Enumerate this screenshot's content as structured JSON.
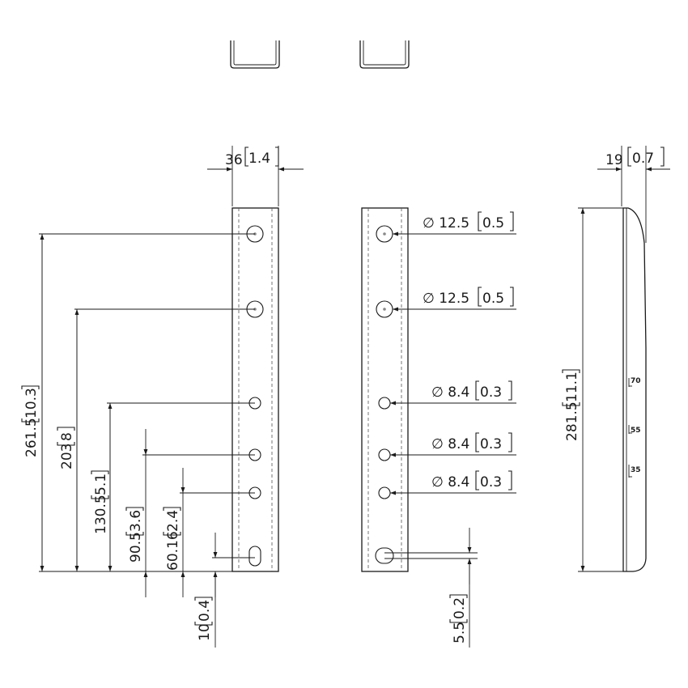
{
  "dimensions": {
    "front_width": {
      "value": "36",
      "inch": "1.4"
    },
    "side_depth": {
      "value": "19",
      "inch": "0.7"
    },
    "side_height": {
      "value": "281.5",
      "inch": "11.1"
    },
    "h1": {
      "value": "261.5",
      "inch": "10.3"
    },
    "h2": {
      "value": "203",
      "inch": "8"
    },
    "h3": {
      "value": "130.5",
      "inch": "5.1"
    },
    "h4": {
      "value": "90.5",
      "inch": "3.6"
    },
    "h5": {
      "value": "60.16",
      "inch": "2.4"
    },
    "h6": {
      "value": "10",
      "inch": "0.4"
    },
    "slot": {
      "value": "5.5",
      "inch": "0.2"
    },
    "hole_large_1": {
      "value": "12.5",
      "inch": "0.5"
    },
    "hole_large_2": {
      "value": "12.5",
      "inch": "0.5"
    },
    "hole_small_1": {
      "value": "8.4",
      "inch": "0.3"
    },
    "hole_small_2": {
      "value": "8.4",
      "inch": "0.3"
    },
    "hole_small_3": {
      "value": "8.4",
      "inch": "0.3"
    }
  },
  "diameter_symbol": "∅",
  "side_scale": [
    "70",
    "55",
    "35"
  ]
}
